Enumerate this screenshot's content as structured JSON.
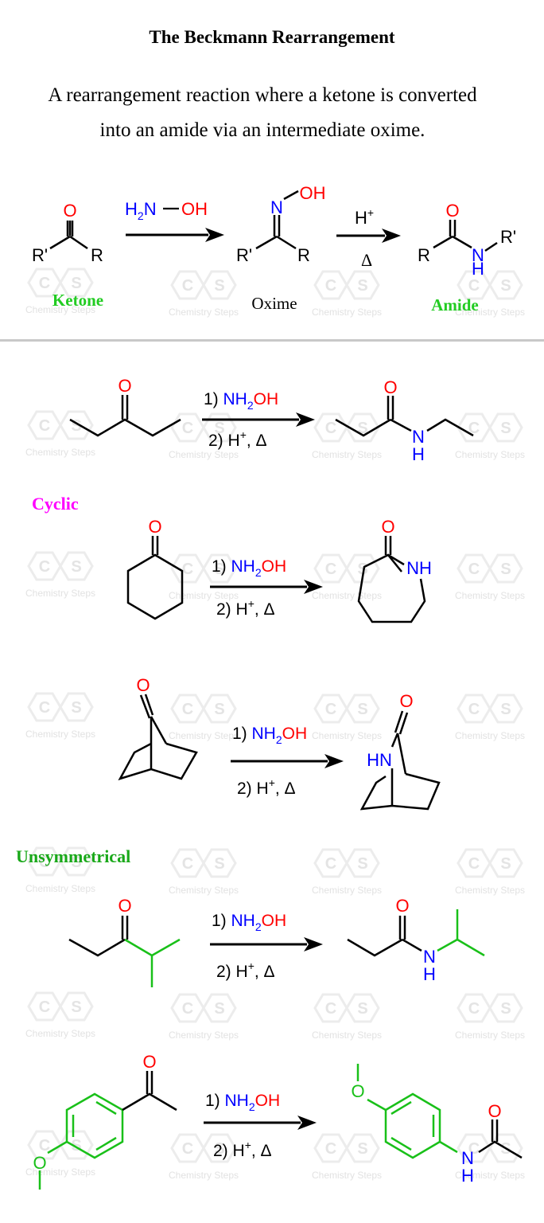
{
  "header": {
    "title": "The Beckmann Rearrangement",
    "description_line1": "A rearrangement reaction where a ketone is converted",
    "description_line2": "into an amide via an intermediate oxime."
  },
  "colors": {
    "oxygen": "#ff0000",
    "nitrogen": "#0000ff",
    "highlight_green": "#19c019",
    "label_green": "#22cc22",
    "label_magenta": "#ff00ff",
    "bond": "#000000",
    "divider": "#c8c8c8",
    "watermark": "#e6e6e6"
  },
  "general_scheme": {
    "reagent_1": {
      "h2n": "H",
      "sub2": "2",
      "n": "N",
      "dash": "—",
      "oh": "OH"
    },
    "reagent_2": {
      "h": "H",
      "plus": "+",
      "delta": "Δ"
    },
    "ketone": {
      "o": "O",
      "r_prime": "R'",
      "r": "R",
      "caption": "Ketone"
    },
    "oxime": {
      "n": "N",
      "oh": "OH",
      "r_prime": "R'",
      "r": "R",
      "caption": "Oxime"
    },
    "amide": {
      "o": "O",
      "r": "R",
      "n": "N",
      "h": "H",
      "r_prime": "R'",
      "caption": "Amide"
    }
  },
  "conditions": {
    "step1_prefix": "1) ",
    "step1_n": "NH",
    "step1_sub": "2",
    "step1_oh": "OH",
    "step2": "2) H",
    "step2_sup": "+",
    "step2_suffix": ", Δ"
  },
  "reactions": [
    {
      "name": "3-pentanone to N-ethylpropanamide",
      "labels": {
        "o1": "O",
        "o2": "O",
        "n": "N",
        "h": "H"
      }
    },
    {
      "section": "Cyclic",
      "name": "cyclohexanone to caprolactam",
      "labels": {
        "o1": "O",
        "o2": "O",
        "nh": "NH"
      }
    },
    {
      "name": "norbornan-7-one to bicyclic lactam",
      "labels": {
        "o1": "O",
        "o2": "O",
        "hn": "HN"
      }
    },
    {
      "section": "Unsymmetrical",
      "name": "2-methyl-3-pentanone to N-isopropylpropanamide",
      "labels": {
        "o1": "O",
        "o2": "O",
        "n": "N",
        "h": "H"
      }
    },
    {
      "name": "4-methoxyacetophenone to 4-methoxyacetanilide",
      "labels": {
        "o1": "O",
        "o_methoxy1": "O",
        "o_methoxy2": "O",
        "o2": "O",
        "n": "N",
        "h": "H"
      }
    }
  ],
  "section_labels": {
    "cyclic": "Cyclic",
    "unsymmetrical": "Unsymmetrical"
  },
  "watermark": {
    "c": "C",
    "s": "S",
    "text": "Chemistry Steps"
  }
}
